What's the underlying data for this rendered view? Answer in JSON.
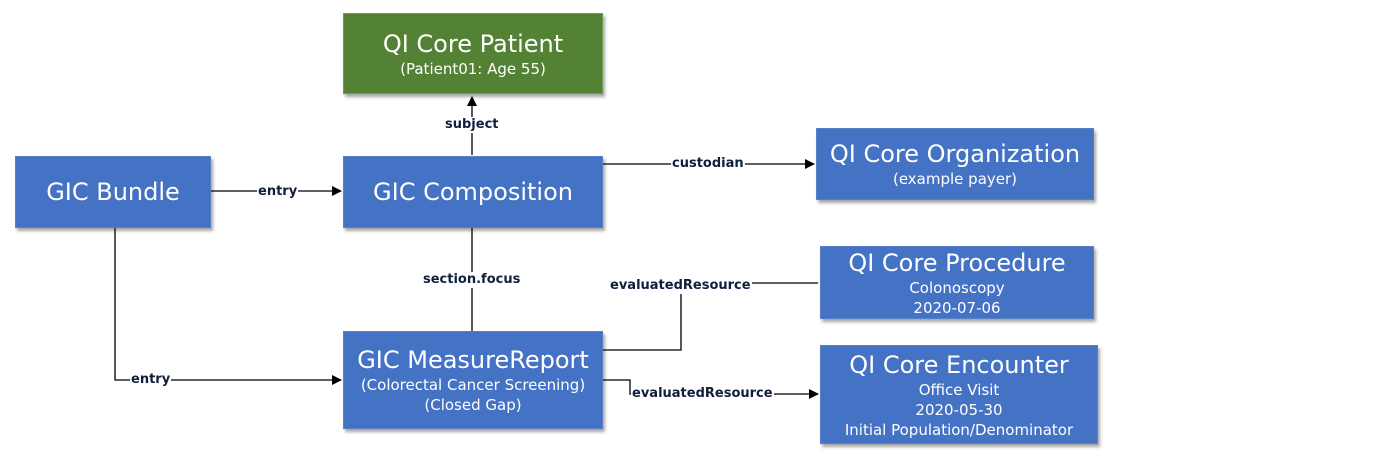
{
  "colors": {
    "blue": "#4472c4",
    "green": "#548235",
    "line": "#000000"
  },
  "nodes": {
    "patient": {
      "title": "QI Core Patient",
      "sub1": "(Patient01: Age 55)"
    },
    "bundle": {
      "title": "GIC Bundle"
    },
    "composition": {
      "title": "GIC Composition"
    },
    "organization": {
      "title": "QI Core Organization",
      "sub1": "(example payer)"
    },
    "procedure": {
      "title": "QI Core Procedure",
      "sub1": "Colonoscopy",
      "sub2": "2020-07-06"
    },
    "measurereport": {
      "title": "GIC MeasureReport",
      "sub1": "(Colorectal Cancer Screening)",
      "sub2": "(Closed Gap)"
    },
    "encounter": {
      "title": "QI Core Encounter",
      "sub1": "Office Visit",
      "sub2": "2020-05-30",
      "sub3": "Initial Population/Denominator"
    }
  },
  "edges": {
    "subject": "subject",
    "entry_top": "entry",
    "entry_bottom": "entry",
    "custodian": "custodian",
    "section_focus": "section.focus",
    "evaluated_procedure": "evaluatedResource",
    "evaluated_encounter": "evaluatedResource"
  }
}
